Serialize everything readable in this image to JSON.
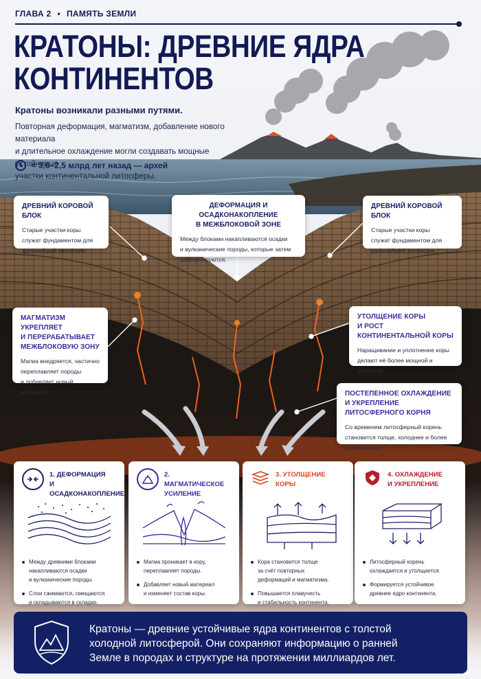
{
  "header": {
    "chapter": "ГЛАВА 2",
    "separator": "•",
    "section": "ПАМЯТЬ ЗЕМЛИ"
  },
  "title_line1": "КРАТОНЫ: ДРЕВНИЕ ЯДРА",
  "title_line2": "КОНТИНЕНТОВ",
  "lead": "Кратоны возникали разными путями.",
  "intro_lines": [
    "Повторная деформация, магматизм, добавление нового материала",
    "и длительное охлаждение могли создавать мощные устойчивые",
    "участки континентальной литосферы."
  ],
  "time": "≈ 3,6–2,5 млрд лет назад — архей",
  "callouts": {
    "left_block": {
      "title": "ДРЕВНИЙ КОРОВОЙ БЛОК",
      "desc_lines": [
        "Старые участки коры",
        "служат фундаментом для",
        "дальнейшей эволюции."
      ]
    },
    "deform": {
      "title_lines": [
        "ДЕФОРМАЦИЯ И ОСАДКОНАКОПЛЕНИЕ",
        "В МЕЖБЛОКОВОЙ ЗОНЕ"
      ],
      "desc_lines": [
        "Между блоками накапливаются осадки",
        "и вулканические породы, которые затем",
        "деформируются."
      ]
    },
    "right_block": {
      "title": "ДРЕВНИЙ КОРОВОЙ БЛОК",
      "desc_lines": [
        "Старые участки коры",
        "служат фундаментом для",
        "дальнейшей эволюции."
      ]
    },
    "magma": {
      "title_lines": [
        "МАГМАТИЗМ УКРЕПЛЯЕТ",
        "И ПЕРЕРАБАТЫВАЕТ",
        "МЕЖБЛОКОВУЮ ЗОНУ"
      ],
      "desc_lines": [
        "Магма внедряется, частично",
        "переплавляет породы",
        "и добавляет новый материал."
      ]
    },
    "thicken": {
      "title_lines": [
        "УТОЛЩЕНИЕ КОРЫ",
        "И РОСТ КОНТИНЕНТАЛЬНОЙ КОРЫ"
      ],
      "desc_lines": [
        "Наращивание и уплотнение коры",
        "делают её более мощной и",
        "плавучей."
      ]
    },
    "cooling": {
      "title_lines": [
        "ПОСТЕПЕННОЕ ОХЛАЖДЕНИЕ",
        "И УКРЕПЛЕНИЕ ЛИТОСФЕРНОГО КОРНЯ"
      ],
      "desc_lines": [
        "Со временем литосферный корень",
        "становится толще, холоднее и более",
        "устойчивым."
      ]
    }
  },
  "stages": [
    {
      "title_lines": [
        "1. ДЕФОРМАЦИЯ",
        "И ОСАДКОНАКОПЛЕНИЕ"
      ],
      "color": "#1a2066",
      "icon": "compress-arrows-icon",
      "bullets": [
        [
          "Между древними блоками",
          "накапливаются осадки",
          "и вулканические породы."
        ],
        [
          "Слои сжимаются, смещаются",
          "и складываются в складки."
        ]
      ]
    },
    {
      "title_lines": [
        "2. МАГМАТИЧЕСКОЕ",
        "УСИЛЕНИЕ"
      ],
      "color": "#3a2a9a",
      "icon": "volcano-icon",
      "bullets": [
        [
          "Магма проникает в кору,",
          "переплавляет породы."
        ],
        [
          "Добавляет новый материал",
          "и изменяет состав коры."
        ]
      ]
    },
    {
      "title_lines": [
        "3. УТОЛЩЕНИЕ",
        "КОРЫ"
      ],
      "color": "#d2461e",
      "icon": "layers-icon",
      "bullets": [
        [
          "Кора становится толще",
          "за счёт повторных",
          "деформаций и магматизма."
        ],
        [
          "Повышается плавучесть",
          "и стабильность континента."
        ]
      ]
    },
    {
      "title_lines": [
        "4. ОХЛАЖДЕНИЕ",
        "И УКРЕПЛЕНИЕ"
      ],
      "color": "#b41e2a",
      "icon": "shield-icon",
      "bullets": [
        [
          "Литосферный корень",
          "охлаждается и утолщается."
        ],
        [
          "Формируется устойчивое",
          "древнее ядро континента."
        ]
      ]
    }
  ],
  "footer_lines": [
    "Кратоны — древние устойчивые ядра континентов с толстой",
    "холодной литосферой. Они сохраняют информацию о ранней",
    "Земле в породах и структуре на протяжении миллиардов лет."
  ]
}
